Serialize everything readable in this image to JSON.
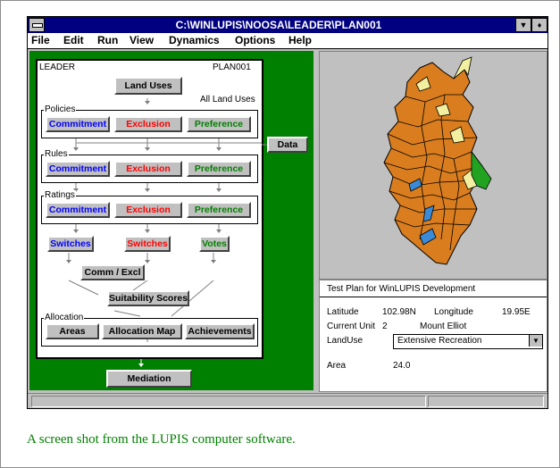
{
  "window": {
    "title": "C:\\WINLUPIS\\NOOSA\\LEADER\\PLAN001",
    "menu": [
      "File",
      "Edit",
      "Run",
      "View",
      "Dynamics",
      "Options",
      "Help"
    ],
    "minimize_glyph": "▼",
    "restore_glyph": "♦"
  },
  "diagram": {
    "left_label": "LEADER",
    "right_label": "PLAN001",
    "land_uses_button": "Land Uses",
    "all_land_uses": "All Land Uses",
    "policies": {
      "label": "Policies",
      "commitment": "Commitment",
      "exclusion": "Exclusion",
      "preference": "Preference"
    },
    "rules": {
      "label": "Rules",
      "commitment": "Commitment",
      "exclusion": "Exclusion",
      "preference": "Preference"
    },
    "ratings": {
      "label": "Ratings",
      "commitment": "Commitment",
      "exclusion": "Exclusion",
      "preference": "Preference"
    },
    "switches_blue": "Switches",
    "switches_red": "Switches",
    "votes": "Votes",
    "comm_excl": "Comm / Excl",
    "suitability": "Suitability Scores",
    "allocation": {
      "label": "Allocation",
      "areas": "Areas",
      "map": "Allocation Map",
      "achievements": "Achievements"
    },
    "data_button": "Data",
    "mediation_button": "Mediation"
  },
  "info": {
    "header": "Test Plan for WinLUPIS Development",
    "latitude_label": "Latitude",
    "latitude_value": "102.98N",
    "longitude_label": "Longitude",
    "longitude_value": "19.95E",
    "current_unit_label": "Current Unit",
    "current_unit_value": "2",
    "unit_name": "Mount Elliot",
    "landuse_label": "LandUse",
    "landuse_value": "Extensive Recreation",
    "area_label": "Area",
    "area_value": "24.0"
  },
  "caption": "A screen shot from the LUPIS computer software.",
  "colors": {
    "titlebar": "#000080",
    "pane_green": "#008000",
    "map_orange": "#d97d1e",
    "map_yellow": "#f2f0a0",
    "map_blue": "#3a8ad8",
    "map_green": "#21a321"
  }
}
